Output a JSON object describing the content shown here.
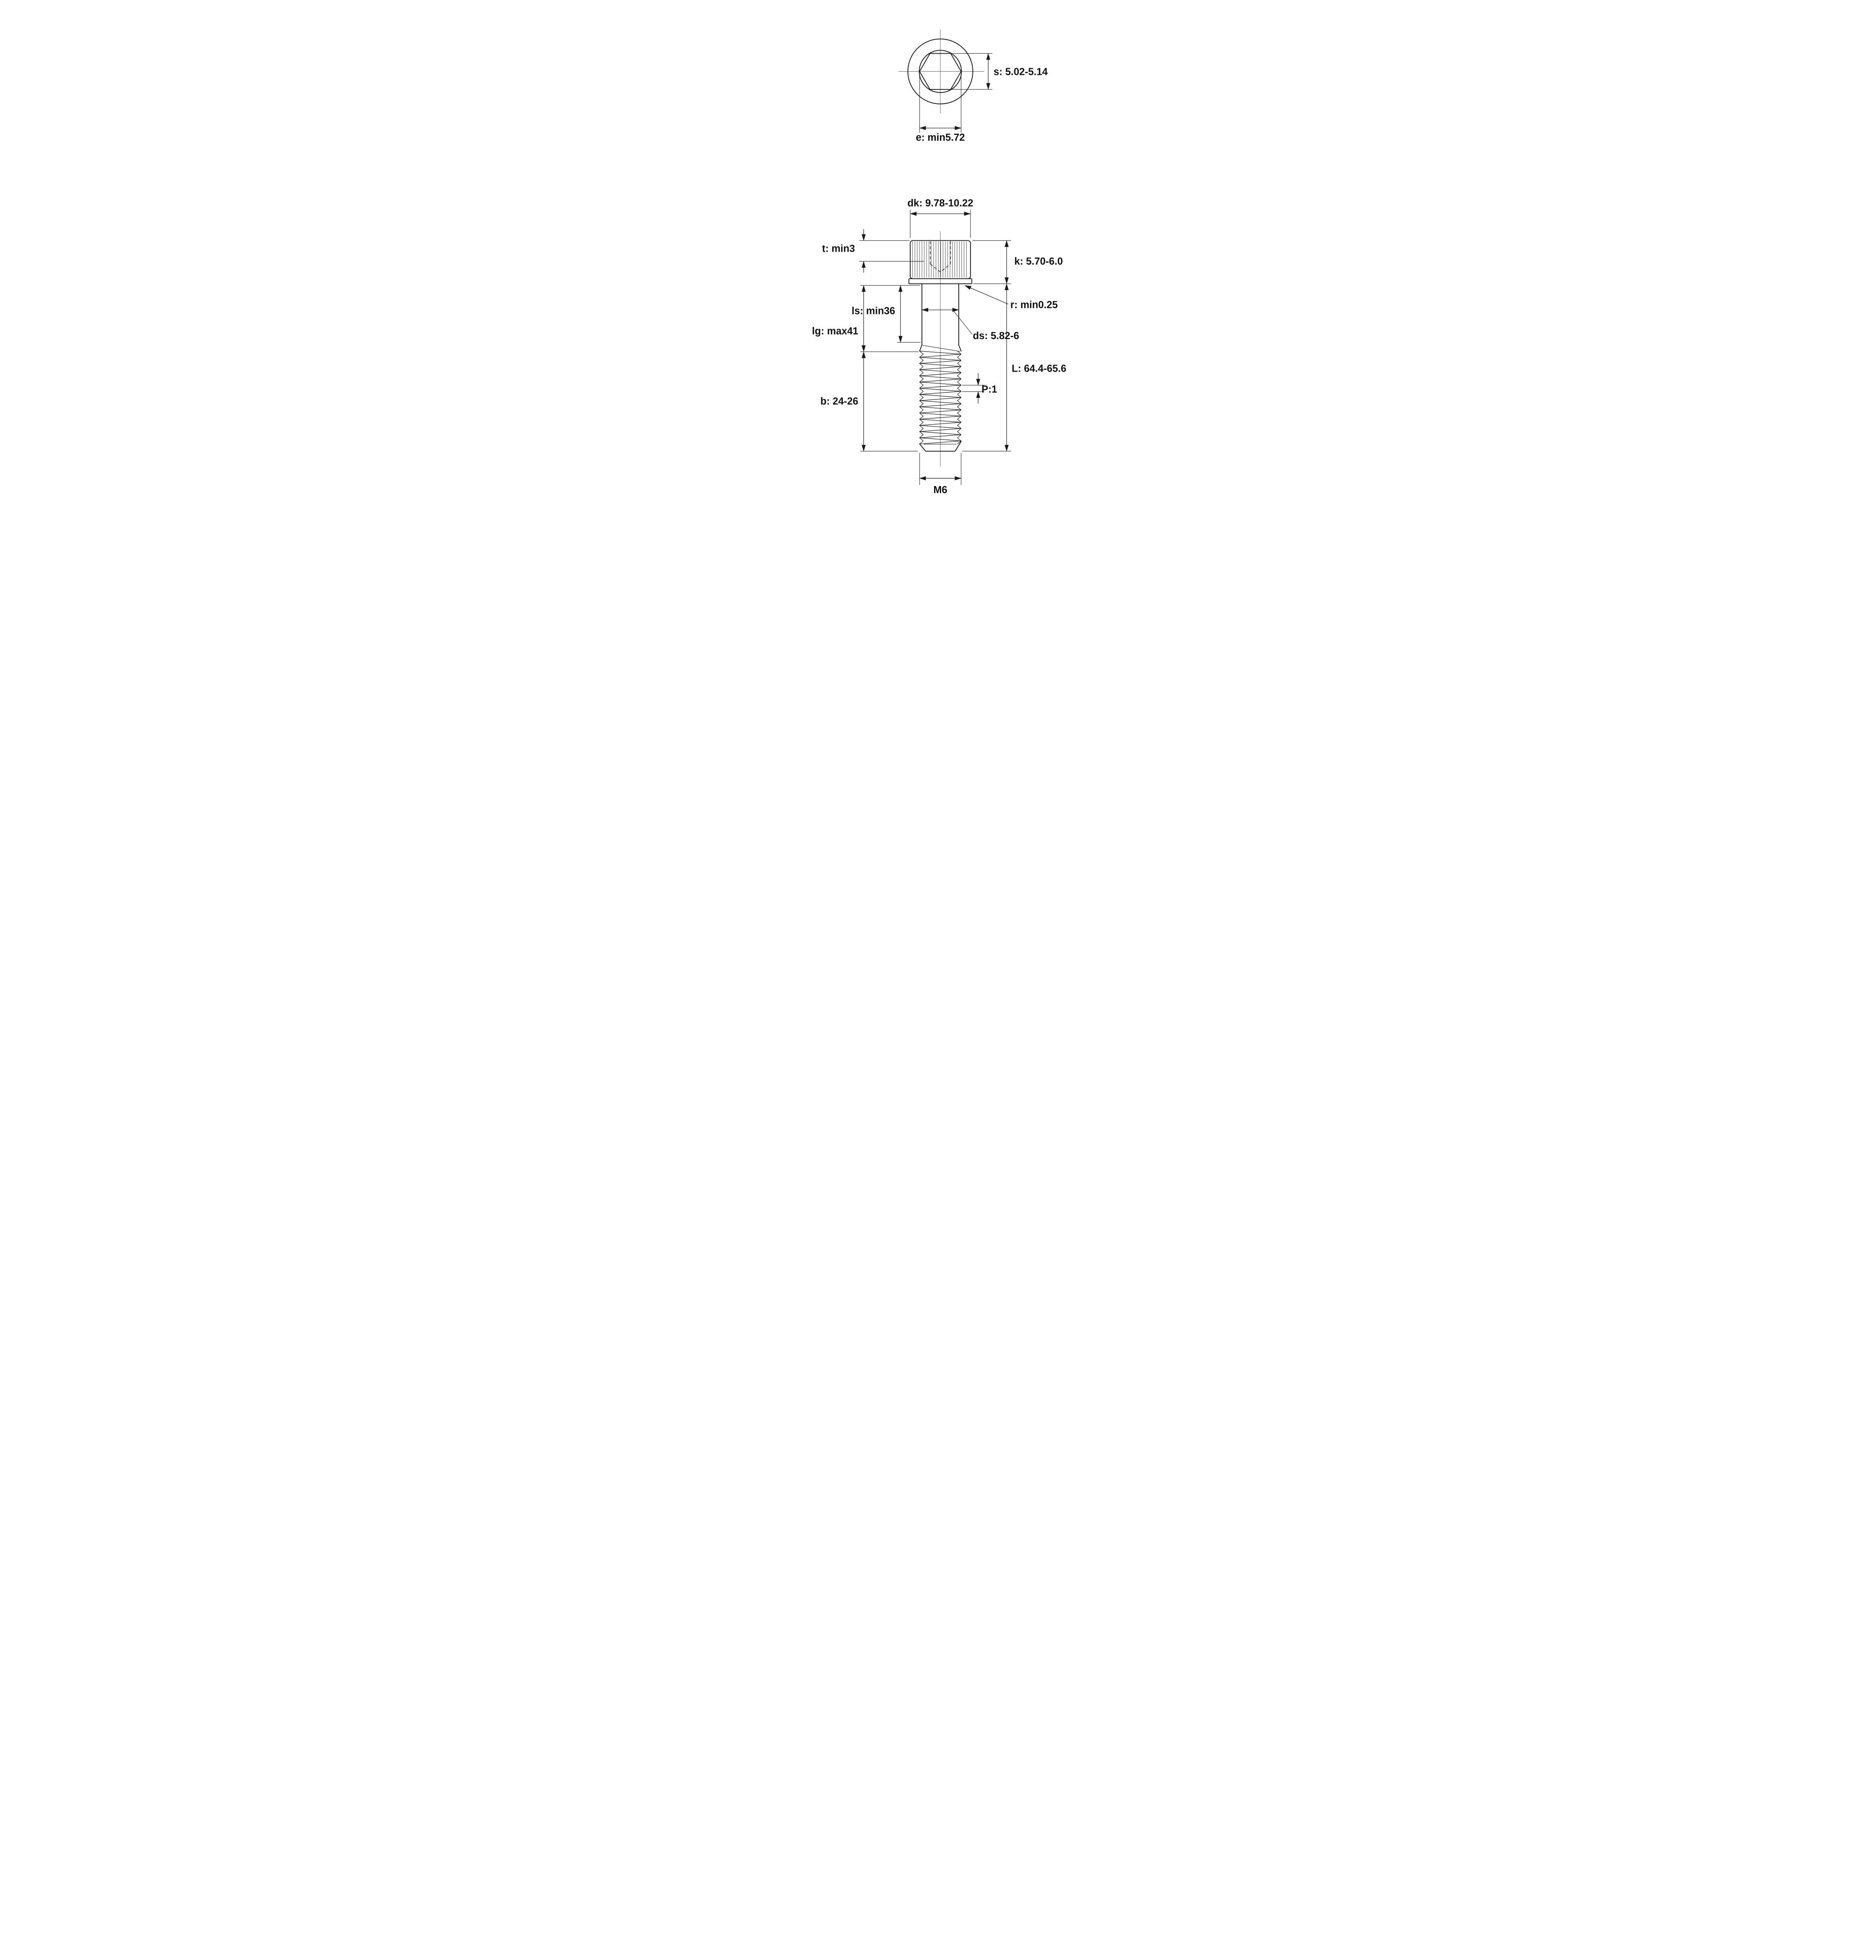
{
  "figure": {
    "type": "technical-drawing",
    "subject": "hex-socket-head-cap-screw",
    "colors": {
      "line": "#1a1a1a",
      "text": "#111111",
      "background": "#ffffff"
    },
    "labels": {
      "s": "s: 5.02-5.14",
      "e": "e: min5.72",
      "dk": "dk: 9.78-10.22",
      "t": "t: min3",
      "k": "k: 5.70-6.0",
      "r": "r: min0.25",
      "ls": "ls: min36",
      "lg": "lg: max41",
      "ds": "ds: 5.82-6",
      "b": "b: 24-26",
      "L": "L: 64.4-65.6",
      "P": "P:1",
      "M": "M6"
    }
  }
}
